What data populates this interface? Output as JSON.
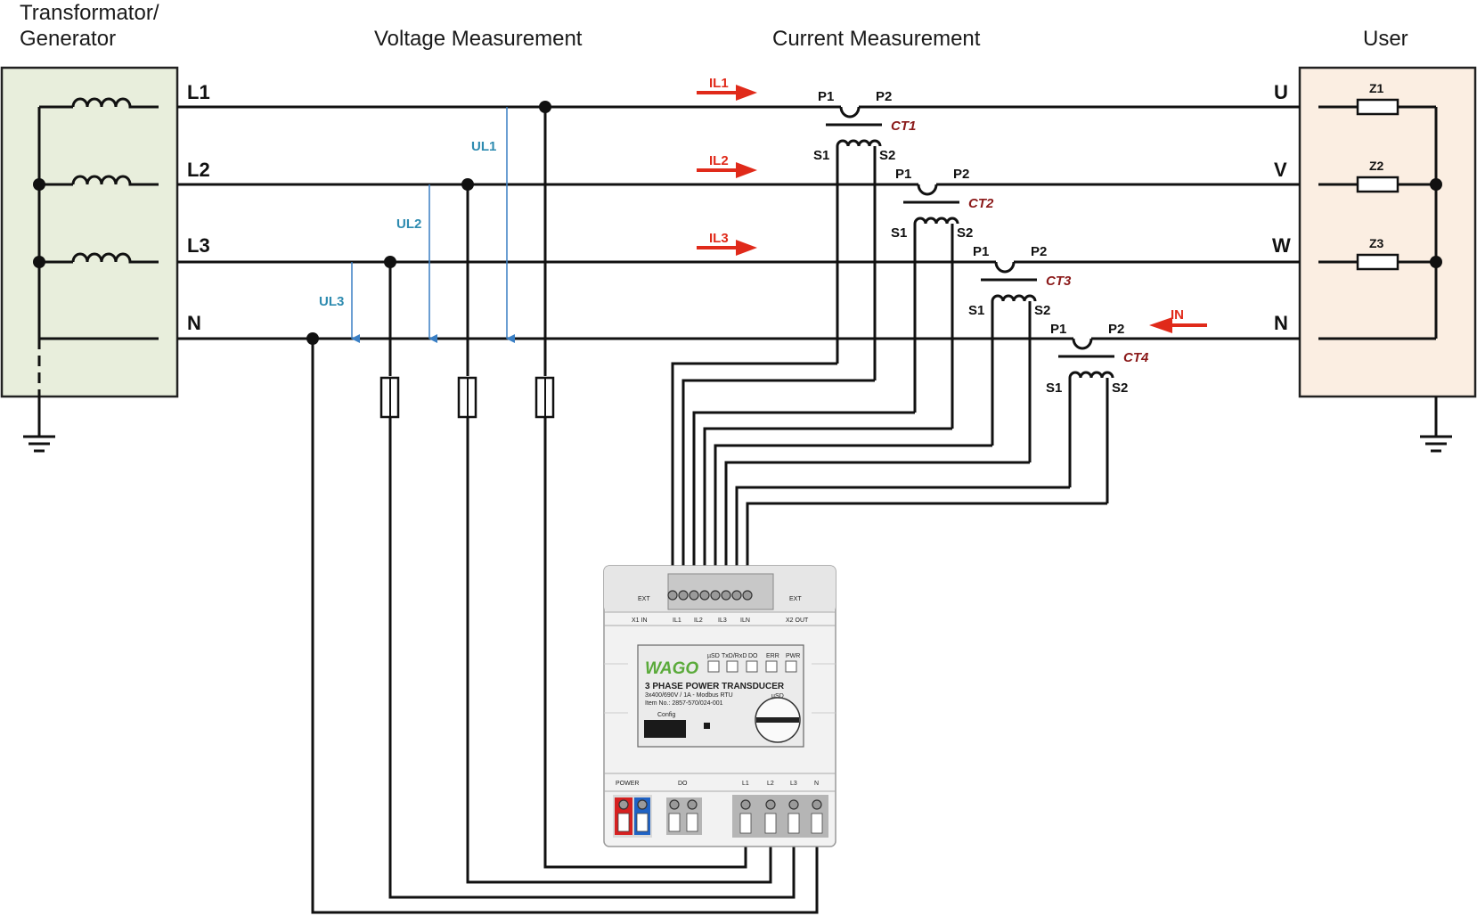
{
  "headings": {
    "source": [
      "Transformator/",
      "Generator"
    ],
    "voltage": "Voltage Measurement",
    "current": "Current Measurement",
    "user": "User"
  },
  "lines": {
    "l1": "L1",
    "l2": "L2",
    "l3": "L3",
    "n": "N"
  },
  "user_terminals": {
    "u": "U",
    "v": "V",
    "w": "W",
    "n": "N"
  },
  "currents": {
    "il1": "IL1",
    "il2": "IL2",
    "il3": "IL3",
    "in": "IN"
  },
  "voltages": {
    "ul1": "UL1",
    "ul2": "UL2",
    "ul3": "UL3"
  },
  "transformers": [
    {
      "name": "CT1",
      "p1": "P1",
      "p2": "P2",
      "s1": "S1",
      "s2": "S2"
    },
    {
      "name": "CT2",
      "p1": "P1",
      "p2": "P2",
      "s1": "S1",
      "s2": "S2"
    },
    {
      "name": "CT3",
      "p1": "P1",
      "p2": "P2",
      "s1": "S1",
      "s2": "S2"
    },
    {
      "name": "CT4",
      "p1": "P1",
      "p2": "P2",
      "s1": "S1",
      "s2": "S2"
    }
  ],
  "loads": {
    "z1": "Z1",
    "z2": "Z2",
    "z3": "Z3"
  },
  "device": {
    "brand": "WAGO",
    "title": "3 PHASE POWER TRANSDUCER",
    "spec": "3x400/690V / 1A - Modbus RTU",
    "item": "Item No.: 2857-570/024-001",
    "config": "Config",
    "usd_dial": "µSD",
    "ext_left": "EXT",
    "ext_right": "EXT",
    "x1_in": "X1 IN",
    "x2_out": "X2 OUT",
    "current_inputs": [
      "IL1",
      "IL2",
      "IL3",
      "ILN"
    ],
    "leds": [
      "µSD",
      "TxD/RxD",
      "DO",
      "ERR",
      "PWR"
    ],
    "power": "POWER",
    "do": "DO",
    "voltage_inputs": [
      "L1",
      "L2",
      "L3",
      "N"
    ]
  },
  "colors": {
    "source_fill": "#e8eedc",
    "user_fill": "#fbeee2",
    "arrow_red": "#e02a1a",
    "voltage_blue": "#3a7fc4",
    "ct_label": "#8b1a1a",
    "wago_green": "#5aaa3a"
  }
}
